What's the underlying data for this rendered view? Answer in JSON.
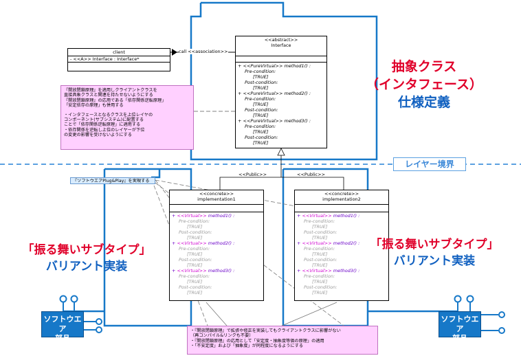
{
  "client": {
    "name": "client",
    "attribute": "- <<A>> Interface : Interface*"
  },
  "association_label": "call <<association>>",
  "interface": {
    "stereotype": "<<abstract>>",
    "name": "Interface",
    "methods": [
      {
        "sig": "+ <<PureVirtual>> method1() :",
        "pre": "Pre-condition:",
        "pre_val": "[TRUE]",
        "post": "Post-condition:",
        "post_val": "[TRUE]"
      },
      {
        "sig": "+ <<PureVirtual>> method2() :",
        "pre": "Pre-condition:",
        "pre_val": "[TRUE]",
        "post": "Post-condition:",
        "post_val": "[TRUE]"
      },
      {
        "sig": "+ <<PureVirtual>> method3() :",
        "pre": "Pre-condition:",
        "pre_val": "[TRUE]",
        "post": "Post-condition:",
        "post_val": "[TRUE]"
      }
    ]
  },
  "impl1": {
    "stereotype": "<<concrete>>",
    "name": "implementation1",
    "public_label": "<<Public>>",
    "methods": [
      {
        "plus": "+",
        "kw": "<<Virtual>>",
        "name": "method1() :",
        "pre": "Pre-condition:",
        "pre_val": "[TRUE]",
        "post": "Post-condition:",
        "post_val": "[TRUE]"
      },
      {
        "plus": "+",
        "kw": "<<Virtual>>",
        "name": "method2() :",
        "pre": "Pre-condition:",
        "pre_val": "[TRUE]",
        "post": "Post-condition:",
        "post_val": "[TRUE]"
      },
      {
        "plus": "+",
        "kw": "<<Virtual>>",
        "name": "method3() :",
        "pre": "Pre-condition:",
        "pre_val": "[TRUE]",
        "post": "Post-condition:",
        "post_val": "[TRUE]"
      }
    ]
  },
  "impl2": {
    "stereotype": "<<concrete>>",
    "name": "implementation2",
    "public_label": "<<Public>>",
    "methods": [
      {
        "plus": "+",
        "kw": "<<Virtual>>",
        "name": "method1() :",
        "pre": "Pre-condition:",
        "pre_val": "[TRUE]",
        "post": "Post-condition:",
        "post_val": "[TRUE]"
      },
      {
        "plus": "+",
        "kw": "<<Virtual>>",
        "name": "method2() :",
        "pre": "Pre-condition:",
        "pre_val": "[TRUE]",
        "post": "Post-condition:",
        "post_val": "[TRUE]"
      },
      {
        "plus": "+",
        "kw": "<<Virtual>>",
        "name": "method3() :",
        "pre": "Pre-condition:",
        "pre_val": "[TRUE]",
        "post": "Post-condition:",
        "post_val": "[TRUE]"
      }
    ]
  },
  "note_top": {
    "lines": [
      "『開放閉鎖原理』を適用しクライアントクラスを",
      "直接具象クラスと関連を持たせないようにする",
      "『開放閉鎖原理』の応用である「依存関係逆転原理」",
      "「安定依存の原理」も併用する",
      "",
      "・インタフェースとなるクラスを上位レイヤの",
      "コンポーネント(サブシステム)に配置する",
      "ことで「依存関係逆転原理」に適用する",
      "・依存関係を逆転し上位のレイヤーが下位",
      "の変更の影響を受けないようにする"
    ]
  },
  "note_plug": "『ソフトウエアPlug&Play』を実現する",
  "note_bottom": {
    "lines": [
      "・『開放閉鎖原理』で拡張や修正を実装してもクライアントクラスに影響がない",
      "（再コンパイル&リンクも不要）",
      "・『開放閉鎖原理』の応用として「安定度・抽象度等価の原理」の適用",
      "・「不安定度」および「抽象度」が同程度になるようにする"
    ]
  },
  "title_interface": {
    "line1": "抽象クラス",
    "line2": "（インタフェース）",
    "line3": "仕様定義"
  },
  "title_left": {
    "line1": "「振る舞いサブタイプ」",
    "line2": "バリアント実装"
  },
  "title_right": {
    "line1": "「振る舞いサブタイプ」",
    "line2": "バリアント実装"
  },
  "layer_label": "レイヤー境界",
  "component_left": {
    "line1": "ソフトウエア",
    "line2": "部品"
  },
  "component_right": {
    "line1": "ソフトウエア",
    "line2": "部品"
  },
  "colors": {
    "blue_frame": "#1678c8",
    "red_title": "#e0002a",
    "blue_title": "#1060c0",
    "note_pink": "#ffd0ff",
    "layer_dash": "#5aa0e0"
  }
}
